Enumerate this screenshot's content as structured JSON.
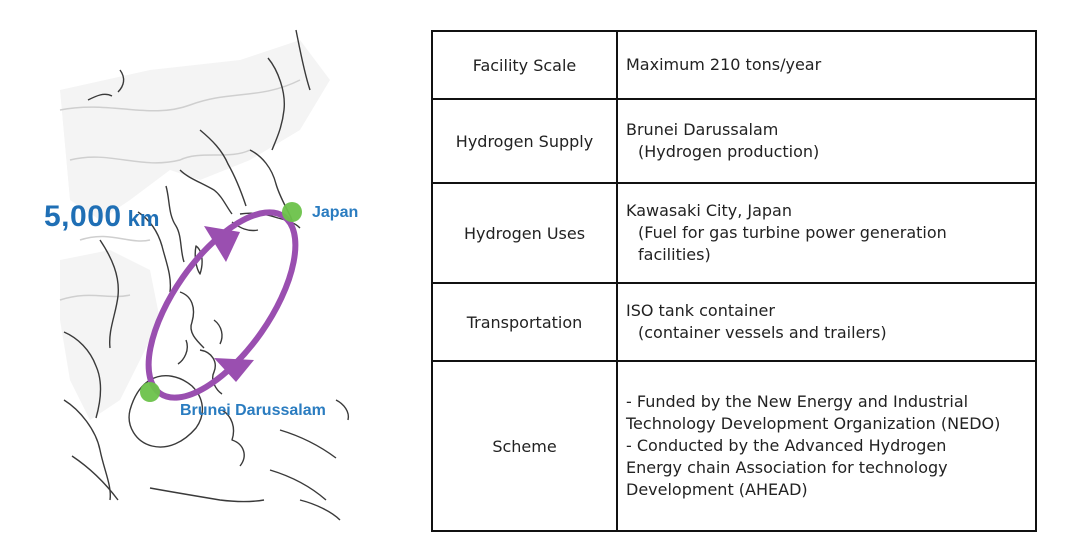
{
  "map": {
    "distance_value": "5,000",
    "distance_unit": "km",
    "label_japan": "Japan",
    "label_brunei": "Brunei Darussalam",
    "arrow_color": "#9a4fb0",
    "marker_color": "#6cc24a",
    "label_color": "#2a7cc0"
  },
  "table": {
    "rows": [
      {
        "key": "Facility Scale",
        "lines": [
          "Maximum 210 tons/year"
        ]
      },
      {
        "key": "Hydrogen Supply",
        "lines": [
          "Brunei Darussalam",
          "(Hydrogen production)"
        ]
      },
      {
        "key": "Hydrogen Uses",
        "lines": [
          "Kawasaki City, Japan",
          "(Fuel for gas turbine power generation",
          "facilities)"
        ]
      },
      {
        "key": "Transportation",
        "lines": [
          "ISO tank container",
          "(container vessels and trailers)"
        ]
      },
      {
        "key": "Scheme",
        "lines": [
          "- Funded by the New Energy and Industrial",
          "Technology Development Organization (NEDO)",
          "- Conducted by the Advanced Hydrogen",
          "Energy chain Association for technology",
          "Development (AHEAD)"
        ]
      }
    ]
  }
}
